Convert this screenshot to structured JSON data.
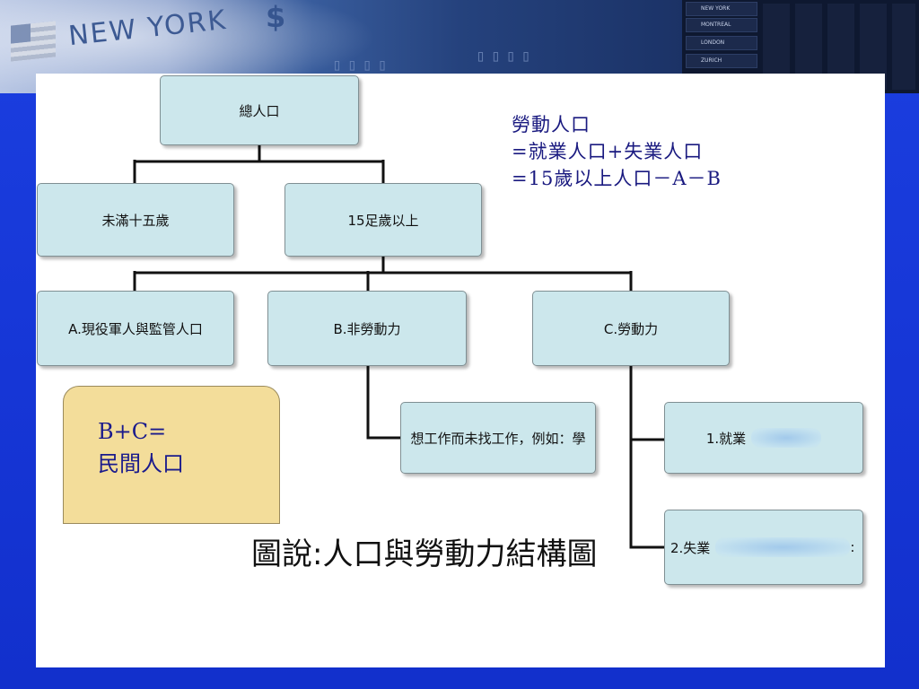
{
  "banner": {
    "city": "NEW YORK",
    "symbol": "$",
    "board_rows": [
      "NEW YORK",
      "MONTREAL",
      "LONDON",
      "ZURICH"
    ]
  },
  "diagram": {
    "nodes": {
      "total": "總人口",
      "under15": "未滿十五歲",
      "over15": "15足歲以上",
      "military": "A.現役軍人與監管人口",
      "non_labor": "B.非勞動力",
      "labor": "C.勞動力",
      "student": "想工作而未找工作，例如：學",
      "employed": "1.就業",
      "unemployed": "2.失業",
      "unemployed_tail": ":"
    },
    "formula": {
      "line1": "勞動人口",
      "line2": "=就業人口+失業人口",
      "line3": "=15歲以上人口－A－B"
    },
    "note": {
      "line1": "B+C=",
      "line2": "民間人口"
    },
    "caption": "圖說:人口與勞動力結構圖"
  }
}
